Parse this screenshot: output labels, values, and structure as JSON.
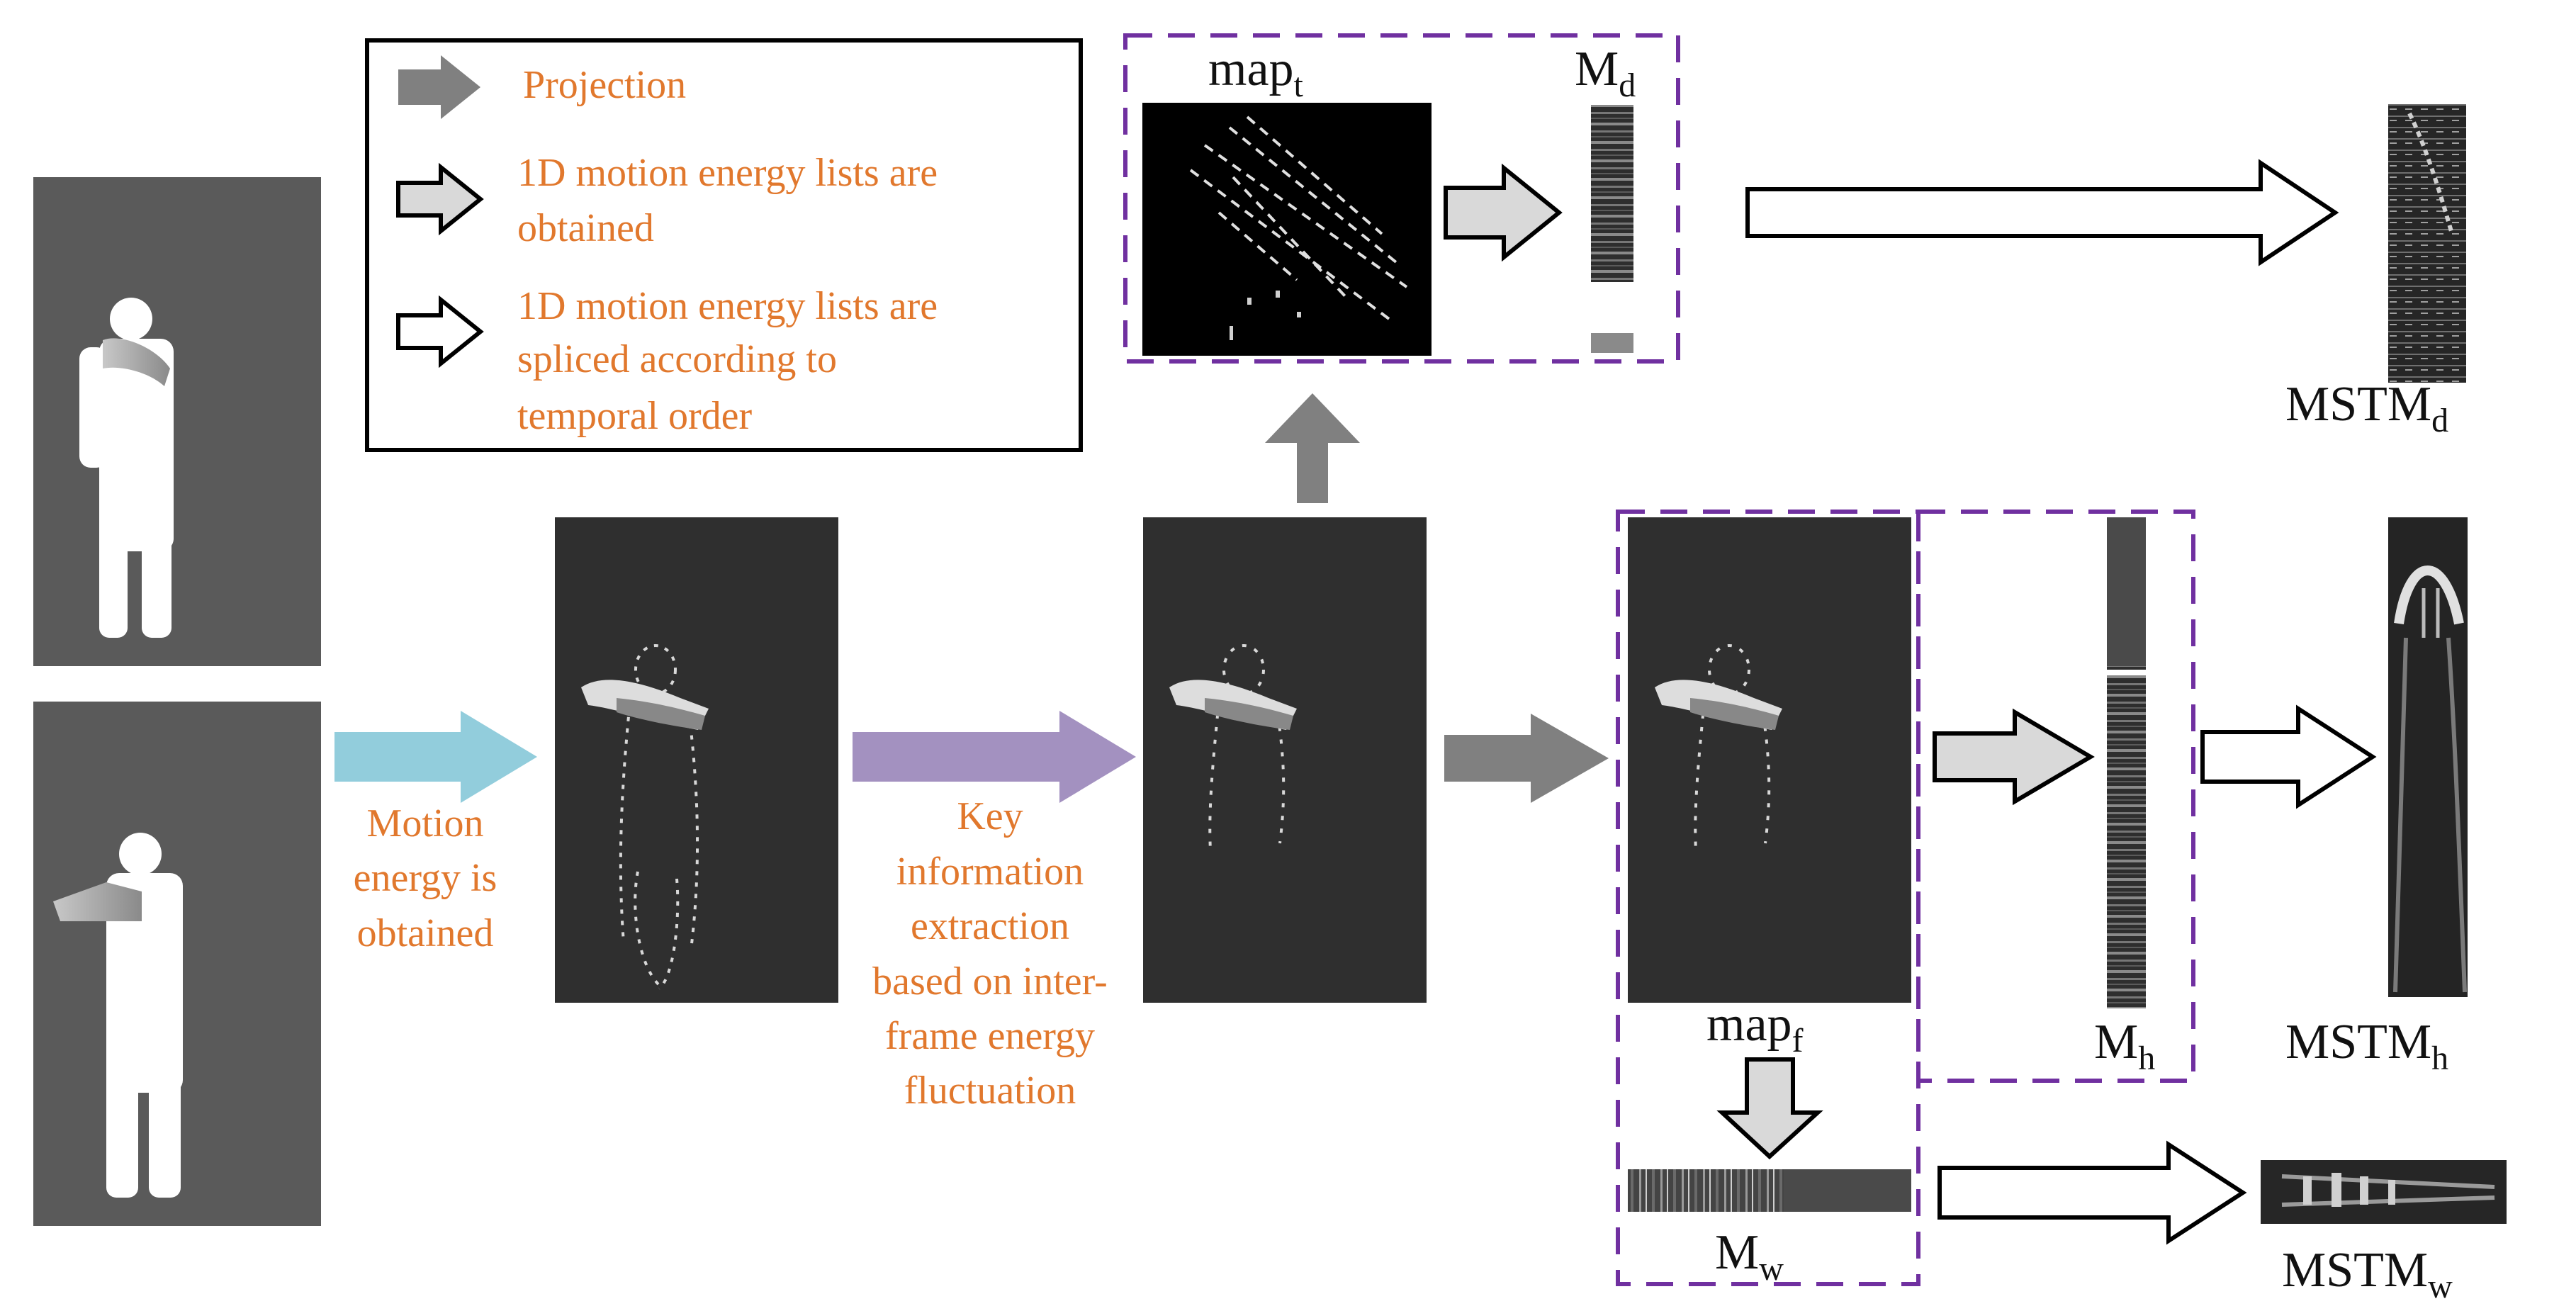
{
  "legend": {
    "projection": "Projection",
    "obtained_line1": "1D motion energy lists are",
    "obtained_line2": "obtained",
    "spliced_line1": "1D motion energy lists are",
    "spliced_line2": "spliced according to",
    "spliced_line3": "temporal  order"
  },
  "steps": {
    "motion_line1": "Motion",
    "motion_line2": "energy  is",
    "motion_line3": "obtained",
    "key_line1": "Key",
    "key_line2": "information",
    "key_line3": "extraction",
    "key_line4": "based on inter-",
    "key_line5": "frame energy",
    "key_line6": "fluctuation"
  },
  "labels": {
    "map_t_base": "map",
    "map_t_sub": "t",
    "m_d_base": "M",
    "m_d_sub": "d",
    "map_f_base": "map",
    "map_f_sub": "f",
    "m_h_base": "M",
    "m_h_sub": "h",
    "m_w_base": "M",
    "m_w_sub": "w",
    "mstm_d_base": "MSTM",
    "mstm_d_sub": "d",
    "mstm_h_base": "MSTM",
    "mstm_h_sub": "h",
    "mstm_w_base": "MSTM",
    "mstm_w_sub": "w"
  },
  "colors": {
    "text_orange": "#e1782d",
    "dashed_purple": "#7030a0",
    "arrow_teal": "#92cddc",
    "arrow_lavender": "#a391c0",
    "arrow_gray": "#808080",
    "arrow_light": "#d9d9d9"
  }
}
